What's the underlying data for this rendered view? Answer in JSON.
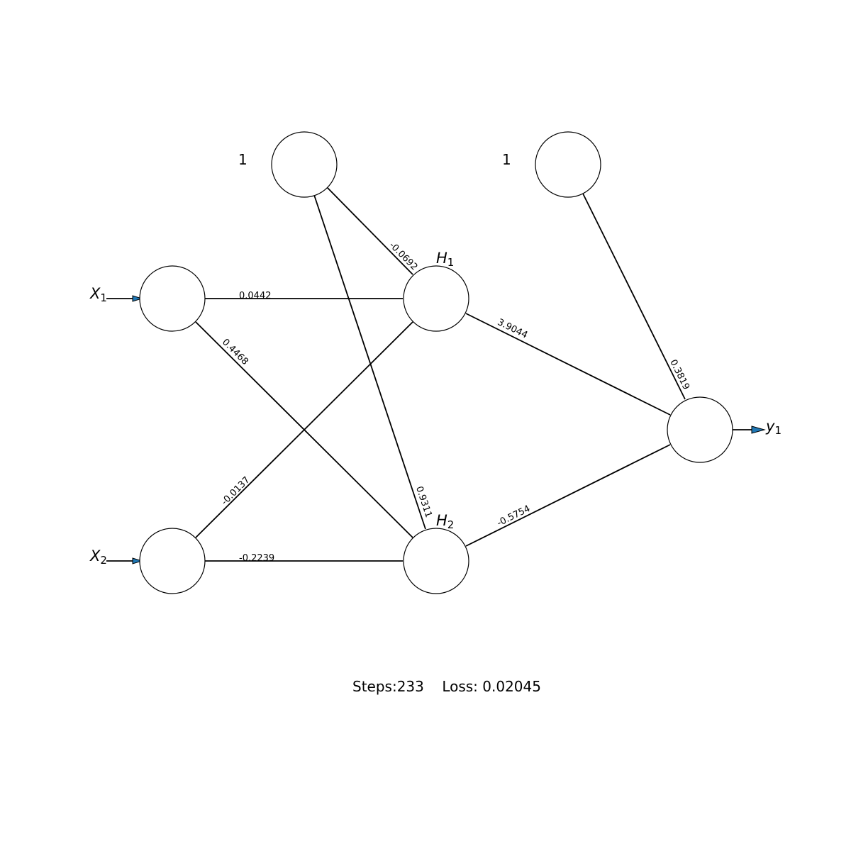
{
  "nodes": {
    "bias1": {
      "label": "1"
    },
    "bias2": {
      "label": "1"
    },
    "x1": {
      "label": "X",
      "sub": "1"
    },
    "x2": {
      "label": "X",
      "sub": "2"
    },
    "h1": {
      "label": "H",
      "sub": "1"
    },
    "h2": {
      "label": "H",
      "sub": "2"
    },
    "y1": {
      "label": "y",
      "sub": "1"
    }
  },
  "weights": {
    "bias1_h1": "-0.0692",
    "bias1_h2": "0.9311",
    "x1_h1": "0.0442",
    "x1_h2": "0.4468",
    "x2_h1": "-0.0137",
    "x2_h2": "-0.2239",
    "h1_y1": "3.9044",
    "h2_y1": "-0.5754",
    "bias2_y1": "0.3819"
  },
  "status": {
    "steps": "Steps:233",
    "loss": "Loss: 0.02045"
  },
  "colors": {
    "arrow_fill": "#1f77b4",
    "stroke": "#000000",
    "node_fill": "#ffffff"
  }
}
